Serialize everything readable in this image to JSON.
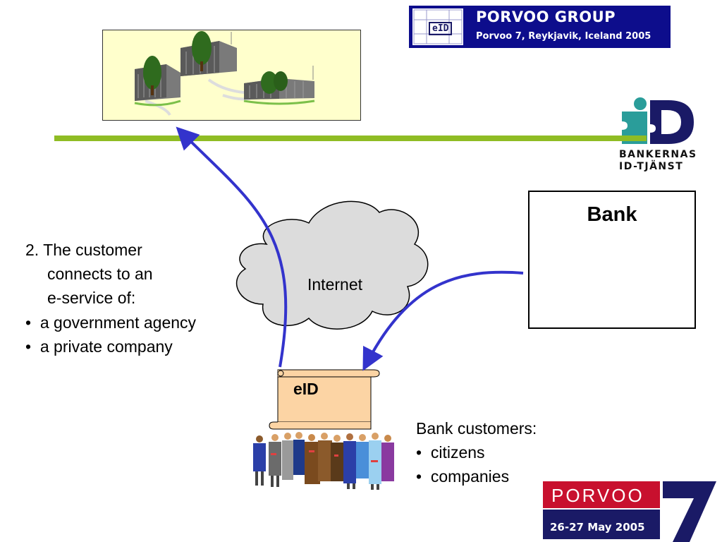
{
  "banner": {
    "logo_text": "eID",
    "title": "PORVOO GROUP",
    "subtitle": "Porvoo 7, Reykjavik, Iceland 2005"
  },
  "bankid_logo": {
    "line1": "BANKERNAS",
    "line2": "ID-TJÄNST"
  },
  "bank": {
    "label": "Bank"
  },
  "cloud": {
    "label": "Internet"
  },
  "eid_scroll": {
    "label": "eID"
  },
  "customer_connects": {
    "heading_line1": "2. The customer",
    "heading_line2": "connects to an",
    "heading_line3": "e-service of:",
    "items": [
      "a government agency",
      "a private company"
    ]
  },
  "bank_customers": {
    "heading": "Bank customers:",
    "items": [
      "citizens",
      "companies"
    ]
  },
  "event_logo": {
    "name": "PORVOO",
    "dates": "26-27 May 2005",
    "number": "7"
  },
  "colors": {
    "banner_bg": "#0d0d8c",
    "network_line": "#8fbc24",
    "arrow": "#3333cc",
    "cloud_fill": "#dcdcdc",
    "scroll_fill": "#fcd4a4",
    "buildings_bg": "#ffffcc",
    "porvoo_red": "#c8102e",
    "porvoo_navy": "#1a1a66",
    "bankid_teal": "#2a9d9a"
  }
}
